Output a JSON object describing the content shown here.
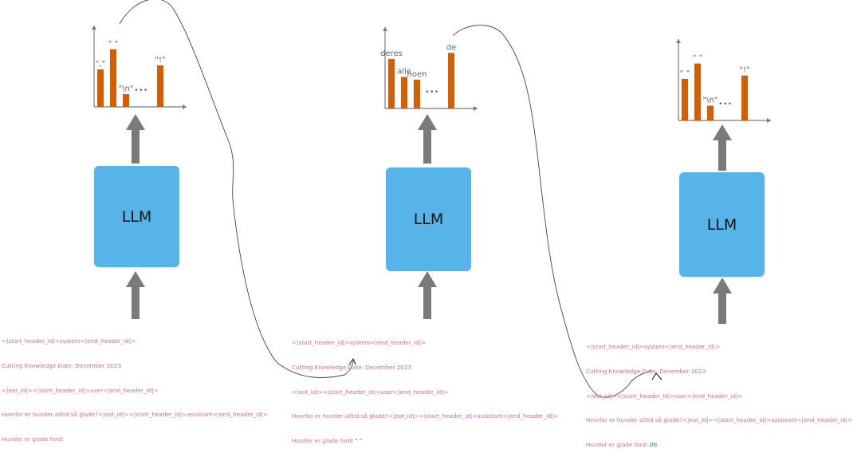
{
  "colors": {
    "llm_box": "#56b4e9",
    "bar": "#d55e00",
    "arrow": "#7a7a7a",
    "prompt_text": "#cc6f9c",
    "token_highlight": "#159a78",
    "label": "#666666"
  },
  "panels": [
    {
      "llm_label": "LLM",
      "prompt_lines": [
        "<|start_header_id|>system<|end_header_id|>",
        "Cutting Knowledge Date: December 2023",
        "<|eot_id|><|start_header_id|>user<|end_header_id|>",
        "Hvorfor er hunder alltid så glade?<|eot_id|><|start_header_id|>assistant<|end_header_id|>",
        "Hunder er glade fordi"
      ],
      "appended_token": "",
      "chart_data": {
        "type": "bar",
        "categories": [
          "\",\"",
          "\" \"",
          "\"\\n\"",
          "\"!\""
        ],
        "values": [
          0.56,
          0.86,
          0.19,
          0.62
        ],
        "highlight_index": 1,
        "ellipsis": "•••"
      }
    },
    {
      "llm_label": "LLM",
      "prompt_lines": [
        "<|start_header_id|>system<|end_header_id|>",
        "Cutting Knowledge Date: December 2023",
        "<|eot_id|><|start_header_id|>user<|end_header_id|>",
        "Hvorfor er hunder alltid så glade?<|eot_id|><|start_header_id|>assistant<|end_header_id|>",
        "Hunder er glade fordi"
      ],
      "appended_token": "\" \"",
      "chart_data": {
        "type": "bar",
        "categories": [
          "deres",
          "alle",
          "noen",
          "de"
        ],
        "values": [
          0.74,
          0.47,
          0.43,
          0.83
        ],
        "highlight_index": 3,
        "ellipsis": "•••"
      }
    },
    {
      "llm_label": "LLM",
      "prompt_lines": [
        "<|start_header_id|>system<|end_header_id|>",
        "Cutting Knowledge Date: December 2023",
        "<|eot_id|><|start_header_id|>user<|end_header_id|>",
        "Hvorfor er hunder alltid så glade?<|eot_id|><|start_header_id|>assistant<|end_header_id|>",
        "Hunder er glade fordi"
      ],
      "appended_token": "de",
      "chart_data": {
        "type": "bar",
        "categories": [
          "\" \"",
          "\" \"",
          "\"\\n\"",
          "\"!\""
        ],
        "values": [
          0.62,
          0.85,
          0.22,
          0.67
        ],
        "highlight_index": 1,
        "ellipsis": "•••"
      }
    }
  ]
}
